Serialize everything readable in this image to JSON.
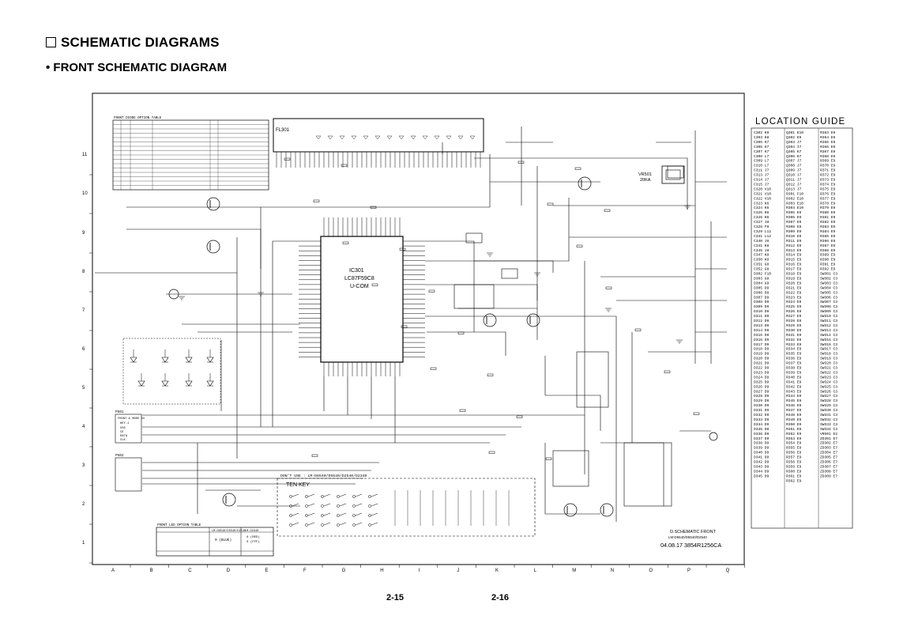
{
  "header": {
    "section_title": "SCHEMATIC DIAGRAMS",
    "subtitle": "• FRONT SCHEMATIC DIAGRAM"
  },
  "page_numbers": [
    "2-15",
    "2-16"
  ],
  "grid": {
    "rows": [
      "11",
      "10",
      "9",
      "8",
      "7",
      "6",
      "5",
      "4",
      "3",
      "2",
      "1"
    ],
    "cols": [
      "A",
      "B",
      "C",
      "D",
      "E",
      "F",
      "G",
      "H",
      "I",
      "J",
      "K",
      "L",
      "M",
      "N",
      "O",
      "P",
      "Q"
    ]
  },
  "schematic": {
    "fl_label": "FL301",
    "mcu_ref": "IC301",
    "mcu_part": "LC87F59C8",
    "mcu_desc": "U-COM",
    "vr_label": "VR501",
    "vr_value": "20KA",
    "tenkey_title": "TEN KEY",
    "dont_use_note": "DON'T USE : LM-D6540/D5540/D2540/D2340",
    "diode_table_title": "FRONT DIODE OPTION TABLE",
    "led_table_title": "FRONT LED OPTION TABLE",
    "led_table_rows": [
      [
        "LM-D6540/D5540/D2540",
        "LM-D2340"
      ],
      [
        "0 (BLUE)",
        "0 (RED)"
      ],
      [
        "",
        "X (FFF)"
      ]
    ],
    "connector_label": "P501",
    "connector_pins": [
      "FRONT & MODE 5V",
      "KEY-1",
      "VSS",
      "CE",
      "DATA",
      "CLK"
    ],
    "connector_label2": "P502",
    "footer_title": "D.SCHEMATIC FRONT",
    "footer_models": "LM-D6540/D5540/D2540",
    "footer_code": "04.08.17  3854R1256CA"
  },
  "location_guide": {
    "title": "LOCATION GUIDE",
    "columns": [
      [
        "C302 K9",
        "C303 K8",
        "C305 K7",
        "C306 K7",
        "C307 K7",
        "C308 L7",
        "C309 L7",
        "C310 L7",
        "C311 J7",
        "C313 J7",
        "C314 J7",
        "C315 J7",
        "C320 V10",
        "C321 V10",
        "C322 V10",
        "C323 K6",
        "C324 K6",
        "C325 K6",
        "C326 K6",
        "C327 J8",
        "C328 F9",
        "C329 L12",
        "C331 L12",
        "C340 J8",
        "C341 K8",
        "C345 J8",
        "C347 K8",
        "C350 K8",
        "C351 G8",
        "C352 G8",
        "D302 F10",
        "D303 G9",
        "D304 G9",
        "D305 D9",
        "D306 D9",
        "D307 D9",
        "D308 D9",
        "D309 D9",
        "D310 D9",
        "D311 D9",
        "D312 D9",
        "D313 D9",
        "D314 D9",
        "D315 D9",
        "D316 D9",
        "D317 D9",
        "D318 D9",
        "D319 D9",
        "D320 D9",
        "D321 D9",
        "D322 D9",
        "D323 D9",
        "D324 D9",
        "D325 D9",
        "D326 D9",
        "D327 D9",
        "D328 D9",
        "D329 D9",
        "D330 D9",
        "D331 D9",
        "D332 D9",
        "D333 D9",
        "D334 D9",
        "D335 D9",
        "D336 D9",
        "D337 D9",
        "D338 D9",
        "D339 D9",
        "D340 D9",
        "D341 D9",
        "D342 D9",
        "D343 D9",
        "D344 D9",
        "D345 D9"
      ],
      [
        "Q301 E10",
        "Q302 E9",
        "Q303 J7",
        "Q304 I7",
        "Q305 K7",
        "Q306 K7",
        "Q307 J7",
        "Q308 J7",
        "Q309 J7",
        "Q310 J7",
        "Q311 J7",
        "Q312 J7",
        "Q313 J7",
        "R301 F10",
        "R302 E10",
        "R303 E10",
        "R304 E10",
        "R305 E9",
        "R306 E9",
        "R307 E9",
        "R308 E9",
        "R309 E9",
        "R310 E9",
        "R311 E9",
        "R312 E9",
        "R313 E9",
        "R314 E9",
        "R315 E9",
        "R316 E9",
        "R317 E9",
        "R318 E9",
        "R319 E9",
        "R320 E9",
        "R321 E9",
        "R322 E9",
        "R323 E9",
        "R324 E9",
        "R325 E9",
        "R326 E9",
        "R327 E9",
        "R328 E9",
        "R329 E9",
        "R330 E9",
        "R331 E9",
        "R332 E9",
        "R333 E9",
        "R334 E9",
        "R335 E9",
        "R336 E9",
        "R337 E9",
        "R338 E9",
        "R339 E9",
        "R340 E9",
        "R341 E9",
        "R342 E9",
        "R343 E9",
        "R344 E9",
        "R345 E9",
        "R346 E9",
        "R347 E9",
        "R348 E9",
        "R349 E9",
        "R350 E9",
        "R351 E9",
        "R352 E9",
        "R353 E9",
        "R354 E9",
        "R355 E9",
        "R356 E9",
        "R357 E9",
        "R358 E9",
        "R359 E9",
        "R360 E9",
        "R361 E9",
        "R362 E9"
      ],
      [
        "R363 E9",
        "R364 E9",
        "R365 E9",
        "R366 E9",
        "R367 E9",
        "R368 E9",
        "R369 E9",
        "R370 E9",
        "R371 E9",
        "R372 E9",
        "R373 E9",
        "R374 E9",
        "R375 E9",
        "R376 E9",
        "R377 E9",
        "R378 E9",
        "R379 E9",
        "R380 E9",
        "R381 E9",
        "R382 E9",
        "R383 E9",
        "R384 E9",
        "R385 E9",
        "R386 E9",
        "R387 E9",
        "R388 E9",
        "R389 E9",
        "R390 E9",
        "R391 E9",
        "R392 E9",
        "SW301 C3",
        "SW302 C3",
        "SW303 C3",
        "SW304 C3",
        "SW305 C3",
        "SW306 C3",
        "SW307 C3",
        "SW308 C3",
        "SW309 C3",
        "SW310 C3",
        "SW311 C3",
        "SW312 C3",
        "SW313 C3",
        "SW314 C3",
        "SW315 C3",
        "SW316 C3",
        "SW317 C3",
        "SW318 C3",
        "SW319 C3",
        "SW320 C3",
        "SW321 C3",
        "SW322 C3",
        "SW323 C3",
        "SW324 C3",
        "SW325 C3",
        "SW326 C3",
        "SW327 C3",
        "SW328 C3",
        "SW329 C3",
        "SW330 C3",
        "SW331 C3",
        "SW332 C3",
        "SW333 C3",
        "SW334 C3",
        "VR501 E2",
        "ZD301 E7",
        "ZD302 E7",
        "ZD303 E7",
        "ZD304 E7",
        "ZD305 E7",
        "ZD306 E7",
        "ZD307 E7",
        "ZD308 E7",
        "ZD309 E7"
      ]
    ]
  }
}
